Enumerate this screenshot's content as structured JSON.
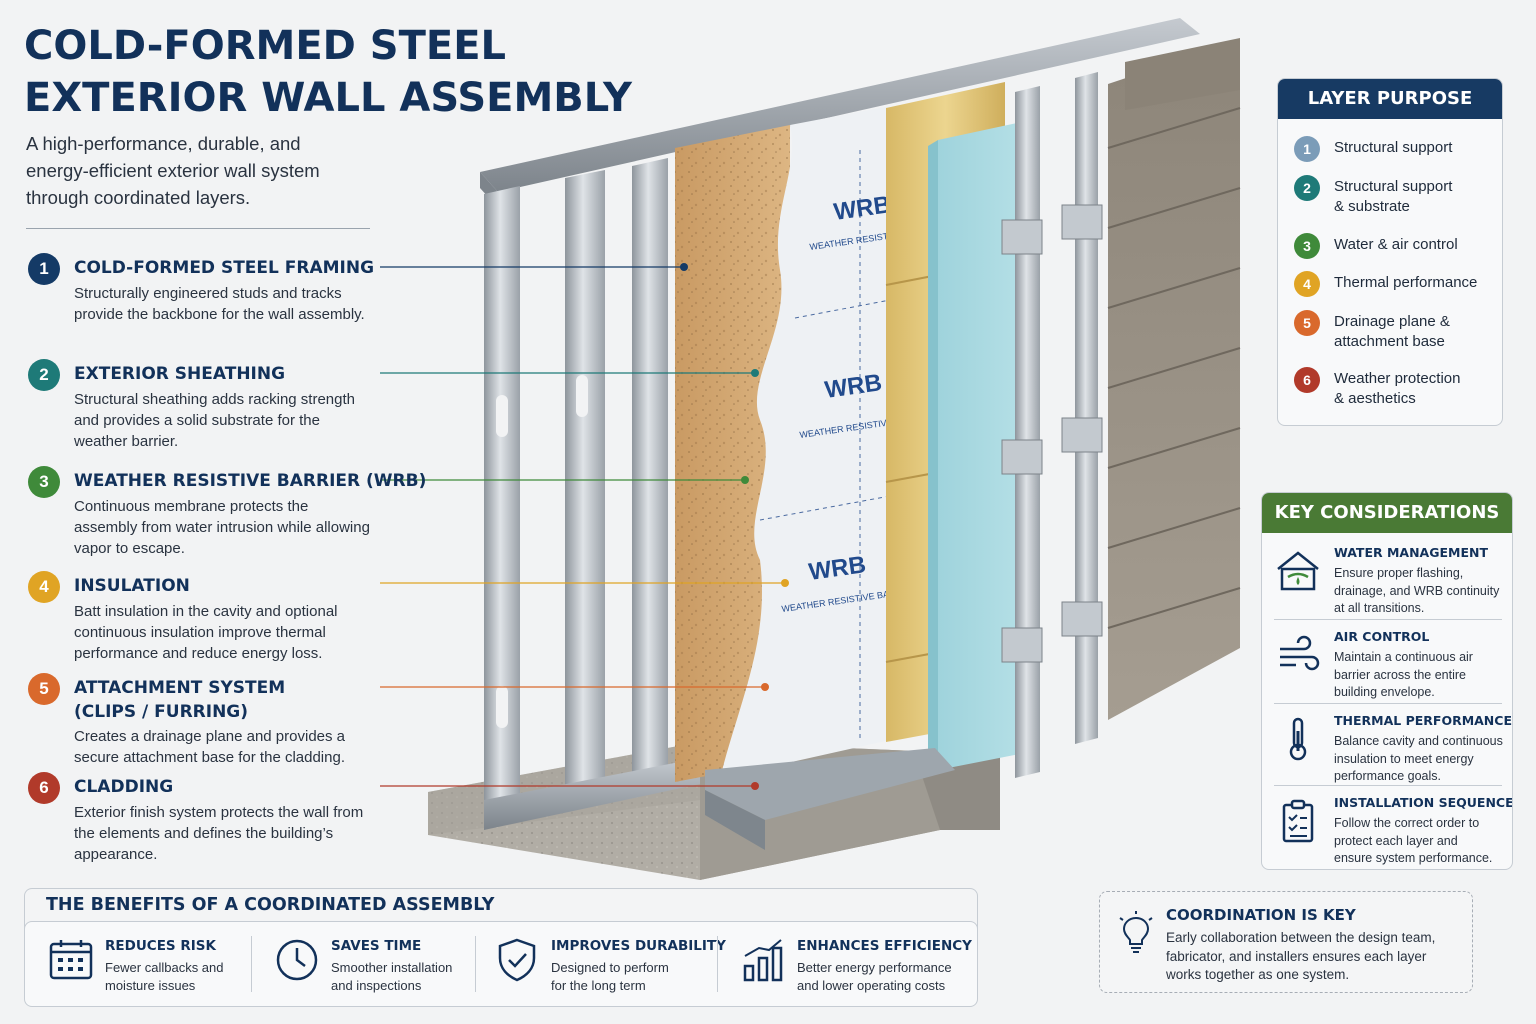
{
  "header": {
    "title_line1": "COLD-FORMED STEEL",
    "title_line2": "EXTERIOR WALL ASSEMBLY",
    "subtitle": "A high-performance, durable, and energy-efficient exterior wall system through coordinated layers."
  },
  "layers": [
    {
      "num": "1",
      "title": "COLD-FORMED STEEL FRAMING",
      "desc": "Structurally engineered studs and tracks provide the backbone for the wall assembly.",
      "color": "#143a66"
    },
    {
      "num": "2",
      "title": "EXTERIOR SHEATHING",
      "desc": "Structural sheathing adds racking strength and provides a solid substrate for the weather barrier.",
      "color": "#1e7a78"
    },
    {
      "num": "3",
      "title": "WEATHER RESISTIVE BARRIER (WRB)",
      "desc": "Continuous membrane protects the assembly from water intrusion while allowing vapor to escape.",
      "color": "#3f8a3a"
    },
    {
      "num": "4",
      "title": "INSULATION",
      "desc": "Batt insulation in the cavity and optional continuous insulation improve thermal performance and reduce energy loss.",
      "color": "#e0a424"
    },
    {
      "num": "5",
      "title_line1": "ATTACHMENT SYSTEM",
      "title_line2": "(CLIPS / FURRING)",
      "desc": "Creates a drainage plane and provides a secure attachment base for the cladding.",
      "color": "#d9692c"
    },
    {
      "num": "6",
      "title": "CLADDING",
      "desc": "Exterior finish system protects the wall from the elements and defines the building’s appearance.",
      "color": "#b13a2a"
    }
  ],
  "wrb_labels": [
    {
      "big": "WRB",
      "small": "WEATHER RESISTIVE BA"
    },
    {
      "big": "WRB",
      "small": "WEATHER RESISTIVE BARR"
    },
    {
      "big": "WRB",
      "small": "WEATHER RESISTIVE BARRIER"
    }
  ],
  "layer_purpose": {
    "heading": "LAYER PURPOSE",
    "items": [
      {
        "num": "1",
        "text": "Structural support",
        "color": "#7b9cb8"
      },
      {
        "num": "2",
        "text": "Structural support & substrate",
        "color": "#1e7a78"
      },
      {
        "num": "3",
        "text": "Water & air control",
        "color": "#3f8a3a"
      },
      {
        "num": "4",
        "text": "Thermal performance",
        "color": "#e0a424"
      },
      {
        "num": "5",
        "text": "Drainage plane & attachment base",
        "color": "#d9692c"
      },
      {
        "num": "6",
        "text": "Weather protection & aesthetics",
        "color": "#b13a2a"
      }
    ]
  },
  "key_considerations": {
    "heading": "KEY CONSIDERATIONS",
    "items": [
      {
        "title": "WATER MANAGEMENT",
        "desc": "Ensure proper flashing, drainage, and WRB continuity at all transitions.",
        "icon": "house-water-icon"
      },
      {
        "title": "AIR CONTROL",
        "desc": "Maintain a continuous air barrier across the entire building envelope.",
        "icon": "wind-icon"
      },
      {
        "title": "THERMAL PERFORMANCE",
        "desc": "Balance cavity and continuous insulation to meet energy performance goals.",
        "icon": "thermometer-icon"
      },
      {
        "title": "INSTALLATION SEQUENCE",
        "desc": "Follow the correct order to protect each layer and ensure system performance.",
        "icon": "clipboard-checklist-icon"
      }
    ]
  },
  "coordination": {
    "title": "COORDINATION IS KEY",
    "desc": "Early collaboration between the design team, fabricator, and installers ensures each layer works together as one system.",
    "icon": "lightbulb-icon"
  },
  "benefits": {
    "heading": "THE BENEFITS OF A COORDINATED ASSEMBLY",
    "items": [
      {
        "title": "REDUCES RISK",
        "desc": "Fewer callbacks and moisture issues",
        "icon": "calendar-icon"
      },
      {
        "title": "SAVES TIME",
        "desc": "Smoother installation and inspections",
        "icon": "clock-icon"
      },
      {
        "title": "IMPROVES DURABILITY",
        "desc": "Designed to perform for the long term",
        "icon": "shield-check-icon"
      },
      {
        "title": "ENHANCES EFFICIENCY",
        "desc": "Better energy performance and lower operating costs",
        "icon": "bar-chart-icon"
      }
    ]
  },
  "colors": {
    "navy": "#12315a",
    "purpose_header": "#173a63",
    "considerations_header": "#4a7a35"
  }
}
